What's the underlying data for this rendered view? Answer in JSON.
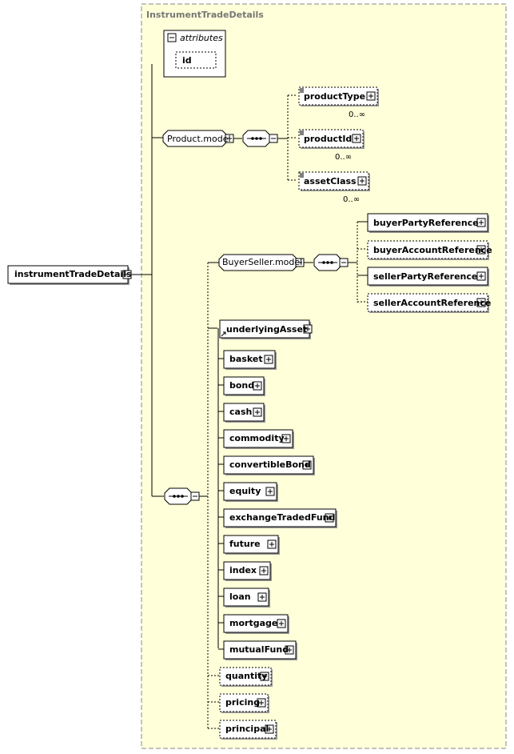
{
  "diagram": {
    "group_title": "InstrumentTradeDetails",
    "root": "instrumentTradeDetails",
    "attributes": {
      "label": "attributes",
      "items": [
        "id"
      ]
    },
    "product_model": {
      "label": "Product.model",
      "children": [
        {
          "name": "productType",
          "occ": "0..∞"
        },
        {
          "name": "productId",
          "occ": "0..∞"
        },
        {
          "name": "assetClass",
          "occ": "0..∞"
        }
      ]
    },
    "buyer_seller_model": {
      "label": "BuyerSeller.model",
      "children": [
        {
          "name": "buyerPartyReference"
        },
        {
          "name": "buyerAccountReference"
        },
        {
          "name": "sellerPartyReference"
        },
        {
          "name": "sellerAccountReference"
        }
      ]
    },
    "underlying": {
      "head": "underlyingAsset",
      "substitutes": [
        "basket",
        "bond",
        "cash",
        "commodity",
        "convertibleBond",
        "equity",
        "exchangeTradedFund",
        "future",
        "index",
        "loan",
        "mortgage",
        "mutualFund"
      ]
    },
    "optional_elements": [
      "quantity",
      "pricing",
      "principal"
    ],
    "colors": {
      "group_bg": "#ffffd9",
      "border": "#000000",
      "dashed": "#888888"
    }
  }
}
